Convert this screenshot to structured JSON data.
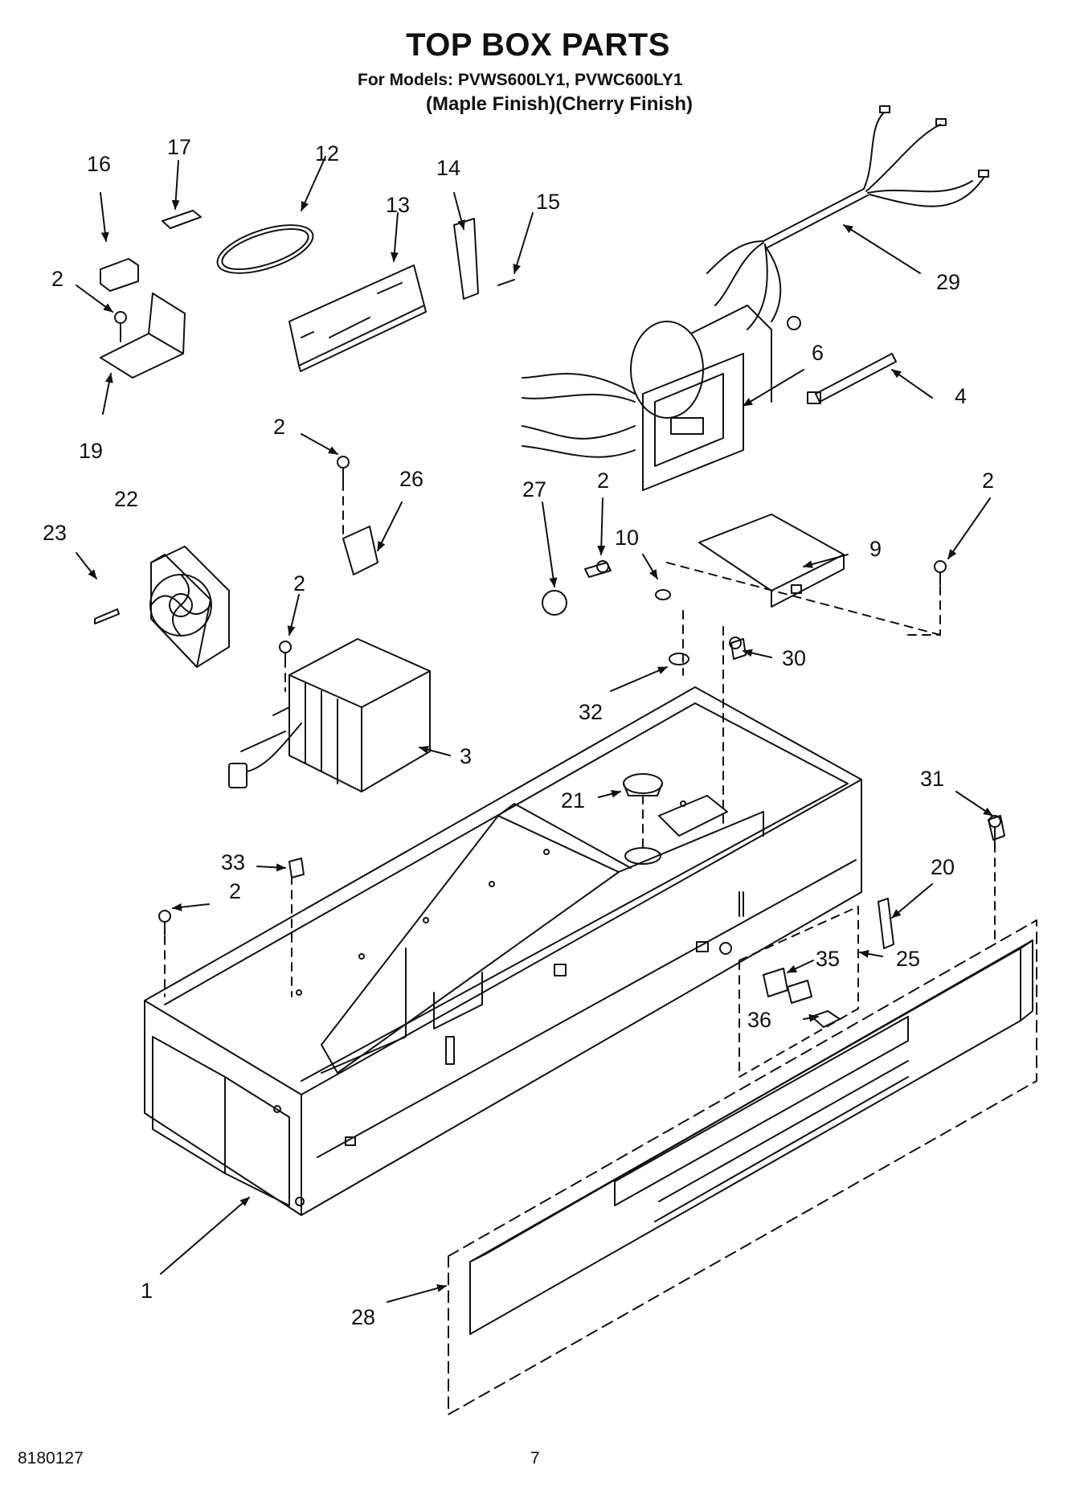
{
  "header": {
    "title": "TOP BOX PARTS",
    "models": "For Models: PVWS600LY1, PVWC600LY1",
    "finish": "(Maple Finish)(Cherry Finish)"
  },
  "footer": {
    "doc_number": "8180127",
    "page_number": "7"
  },
  "callouts": [
    {
      "id": "c16",
      "label": "16"
    },
    {
      "id": "c17",
      "label": "17"
    },
    {
      "id": "c12",
      "label": "12"
    },
    {
      "id": "c14",
      "label": "14"
    },
    {
      "id": "c13",
      "label": "13"
    },
    {
      "id": "c15",
      "label": "15"
    },
    {
      "id": "c2a",
      "label": "2"
    },
    {
      "id": "c19",
      "label": "19"
    },
    {
      "id": "c29",
      "label": "29"
    },
    {
      "id": "c6",
      "label": "6"
    },
    {
      "id": "c4",
      "label": "4"
    },
    {
      "id": "c2b",
      "label": "2"
    },
    {
      "id": "c26",
      "label": "26"
    },
    {
      "id": "c22",
      "label": "22"
    },
    {
      "id": "c23",
      "label": "23"
    },
    {
      "id": "c27",
      "label": "27"
    },
    {
      "id": "c2c",
      "label": "2"
    },
    {
      "id": "c10",
      "label": "10"
    },
    {
      "id": "c9",
      "label": "9"
    },
    {
      "id": "c2d",
      "label": "2"
    },
    {
      "id": "c2e",
      "label": "2"
    },
    {
      "id": "c30",
      "label": "30"
    },
    {
      "id": "c32",
      "label": "32"
    },
    {
      "id": "c3",
      "label": "3"
    },
    {
      "id": "c21",
      "label": "21"
    },
    {
      "id": "c31",
      "label": "31"
    },
    {
      "id": "c33",
      "label": "33"
    },
    {
      "id": "c2f",
      "label": "2"
    },
    {
      "id": "c20",
      "label": "20"
    },
    {
      "id": "c35",
      "label": "35"
    },
    {
      "id": "c25",
      "label": "25"
    },
    {
      "id": "c36",
      "label": "36"
    },
    {
      "id": "c1",
      "label": "1"
    },
    {
      "id": "c28",
      "label": "28"
    }
  ]
}
